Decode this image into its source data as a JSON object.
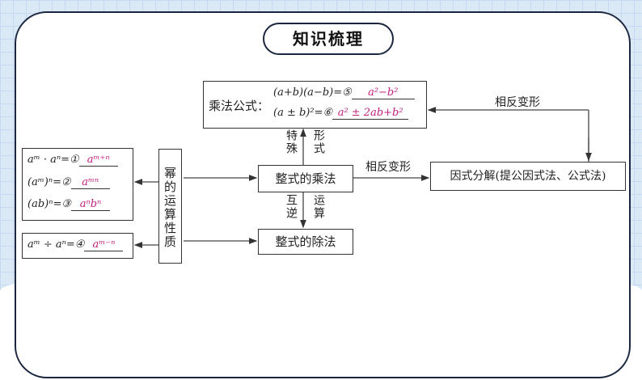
{
  "title": "知识梳理",
  "top_box": {
    "label": "乘法公式：",
    "f5": "(a+b)(a−b)=⑤",
    "a5": "a²−b²",
    "f6": "(a ± b)²=⑥",
    "a6": "a² ± 2ab+b²"
  },
  "left_box": {
    "f1": "aᵐ · aⁿ=①",
    "a1": "aᵐ⁺ⁿ",
    "f2": "(aᵐ)ⁿ=②",
    "a2": "aᵐⁿ",
    "f3": "(ab)ⁿ=③",
    "a3": "aⁿbⁿ"
  },
  "left_box2": {
    "f4": "aᵐ ÷ aⁿ=④",
    "a4": "aᵐ⁻ⁿ"
  },
  "power_box": "幂的运算性质",
  "mult_box": "整式的乘法",
  "div_box": "整式的除法",
  "factor_box": "因式分解(提公因式法、公式法)",
  "labels": {
    "special": "特殊",
    "form": "形式",
    "inverse": "互逆",
    "operation": "运算",
    "reverse1": "相反变形",
    "reverse2": "相反变形"
  }
}
